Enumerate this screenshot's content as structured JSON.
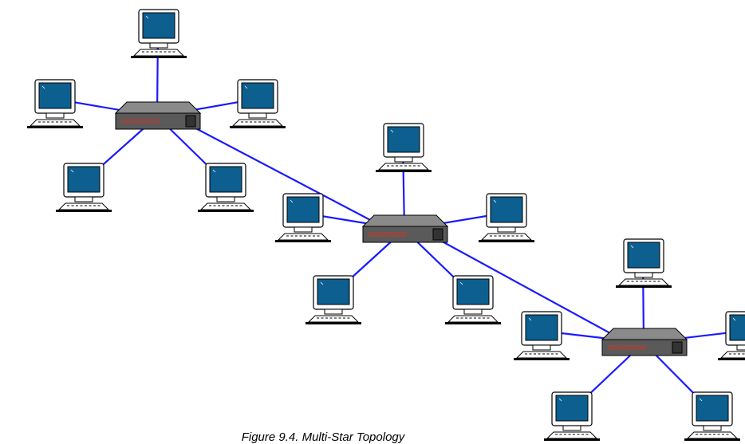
{
  "caption": "Figure 9.4. Multi-Star Topology",
  "colors": {
    "link": "#1a1aff",
    "screen": "#0d5f8f",
    "hub_body": "#5a5a5a",
    "hub_top": "#8a8a8a",
    "port_led": "#c0392b"
  },
  "icons": {
    "computer": "computer-icon",
    "hub": "hub-icon"
  },
  "stars": [
    {
      "name": "star-1",
      "computers": 5
    },
    {
      "name": "star-2",
      "computers": 5
    },
    {
      "name": "star-3",
      "computers": 5
    }
  ]
}
